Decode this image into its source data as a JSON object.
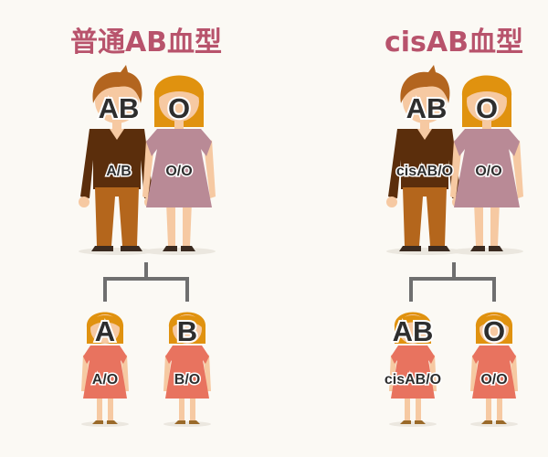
{
  "left": {
    "title": "普通AB血型",
    "father": {
      "blood_type": "AB",
      "genotype": "A/B"
    },
    "mother": {
      "blood_type": "O",
      "genotype": "O/O"
    },
    "children": [
      {
        "blood_type": "A",
        "genotype": "A/O"
      },
      {
        "blood_type": "B",
        "genotype": "B/O"
      }
    ]
  },
  "right": {
    "title": "cisAB血型",
    "father": {
      "blood_type": "AB",
      "genotype": "cisAB/O"
    },
    "mother": {
      "blood_type": "O",
      "genotype": "O/O"
    },
    "children": [
      {
        "blood_type": "AB",
        "genotype": "cisAB/O"
      },
      {
        "blood_type": "O",
        "genotype": "O/O"
      }
    ]
  },
  "colors": {
    "title": "#b8536c",
    "man_shirt": "#5b2e0c",
    "man_pants": "#b4661c",
    "woman_dress": "#b98a96",
    "girl_dress": "#e8735f",
    "hair_orange": "#e0920f",
    "hair_brown": "#b3651f",
    "skin": "#f6c9a2",
    "connector": "#6f6f6f"
  }
}
